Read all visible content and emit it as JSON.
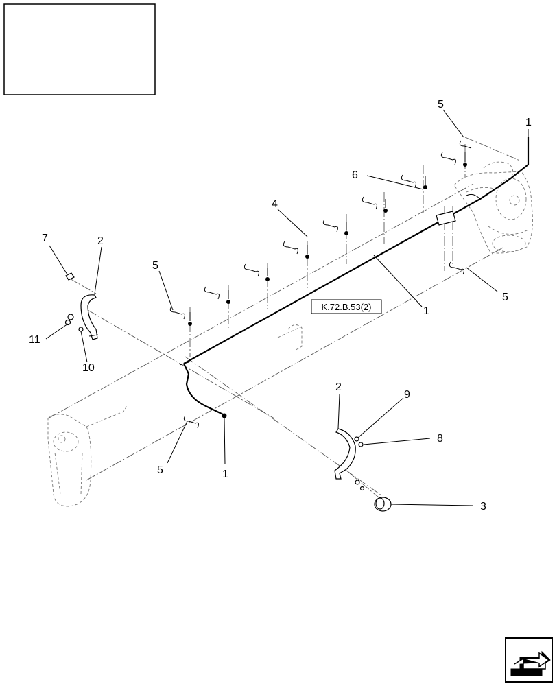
{
  "title_block": {
    "text": ""
  },
  "reference_label": "K.72.B.53(2)",
  "callouts": {
    "c1_top": "1",
    "c5_top": "5",
    "c6": "6",
    "c4": "4",
    "c5_mid_left": "5",
    "c5_right": "5",
    "c1_middle": "1",
    "c7": "7",
    "c2_left": "2",
    "c11": "11",
    "c10": "10",
    "c2_right": "2",
    "c9": "9",
    "c8": "8",
    "c5_bottom": "5",
    "c1_bottom": "1",
    "c3": "3"
  },
  "nav_icon": "next-page-arrow-icon"
}
